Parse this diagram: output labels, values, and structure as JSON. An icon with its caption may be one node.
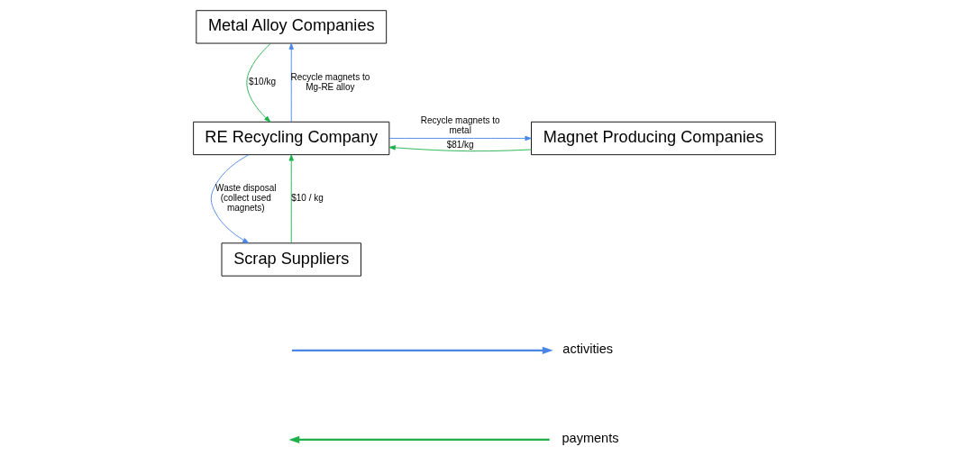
{
  "diagram": {
    "nodes": [
      {
        "text": [
          "Metal Alloy Companies"
        ]
      },
      {
        "text": [
          "RE Recycling Company"
        ]
      },
      {
        "text": [
          "Magnet Producing Companies"
        ]
      },
      {
        "text": [
          "Scrap Suppliers"
        ]
      }
    ],
    "edges": [
      {
        "from": 1,
        "to": 0,
        "arrow": "to",
        "label": "Recycle magnets to Mg-RE alloy",
        "color": "#4a86e8"
      },
      {
        "from": 0,
        "to": 1,
        "arrow": "to",
        "label": "$10/kg",
        "color": "#1fb04b"
      },
      {
        "from": 2,
        "to": 1,
        "arrow": "to",
        "label": "$81/kg",
        "color": "#1fb04b"
      },
      {
        "from": 1,
        "to": 2,
        "arrow": "to",
        "label": "Recycle magnets to metal",
        "color": "#4a86e8"
      },
      {
        "from": 1,
        "to": 3,
        "arrow": "to",
        "label": "Waste disposal (collect used magnets)",
        "color": "#4a86e8"
      },
      {
        "from": 3,
        "to": 1,
        "arrow": "to",
        "label": "$10 / kg",
        "color": "#1fb04b"
      }
    ],
    "legend": [
      {
        "text": "activities",
        "color": "#4a86e8"
      },
      {
        "text": "payments",
        "color": "#1fb04b"
      }
    ]
  }
}
